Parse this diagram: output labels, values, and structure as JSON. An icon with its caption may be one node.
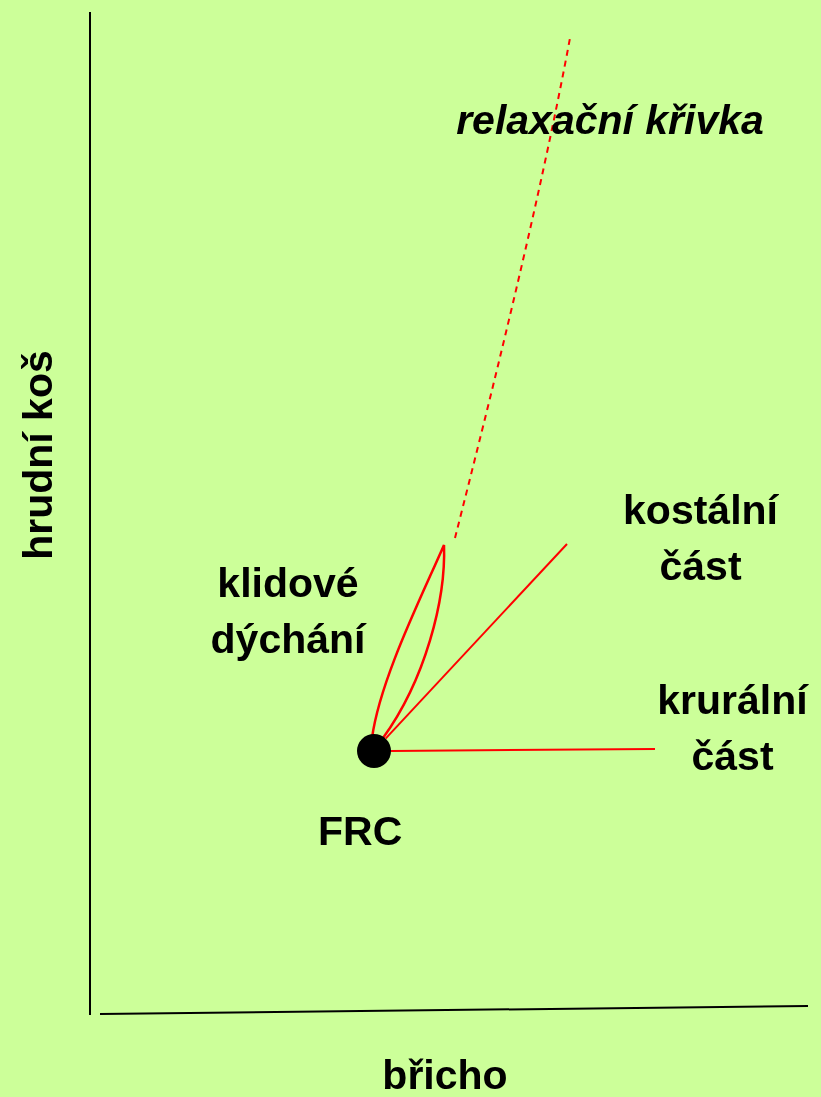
{
  "diagram": {
    "nodes": [
      {
        "text": [],
        "shape": "circle",
        "beside": [
          "FRC"
        ]
      },
      {
        "text": [
          "kostální část"
        ]
      },
      {
        "text": [
          "krurální část"
        ]
      }
    ],
    "edges": [
      {
        "from": 0,
        "to": 1,
        "arrow": "none",
        "color": "#ff0000"
      },
      {
        "from": 0,
        "to": 2,
        "arrow": "none",
        "color": "#ff0000"
      }
    ],
    "labels": [
      "relaxační křivka",
      "hrudní koš",
      "klidové dýchání",
      "břicho"
    ]
  }
}
